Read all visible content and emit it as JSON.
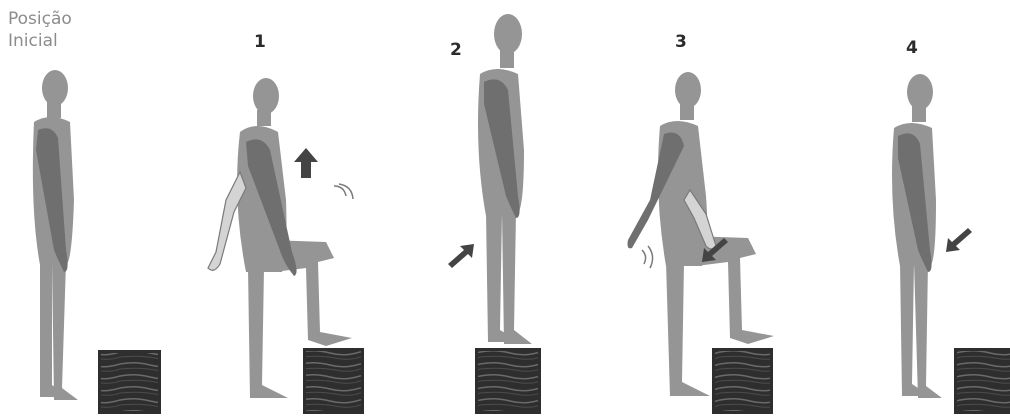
{
  "initial_position": {
    "line1": "Posição",
    "line2": "Inicial"
  },
  "steps": [
    {
      "number": "1"
    },
    {
      "number": "2"
    },
    {
      "number": "3"
    },
    {
      "number": "4"
    }
  ],
  "colors": {
    "body": "#959595",
    "arm": "#6f6f6f",
    "arrow": "#444444",
    "step": "#2e2e2e",
    "step_texture": "#5a5a5a"
  }
}
